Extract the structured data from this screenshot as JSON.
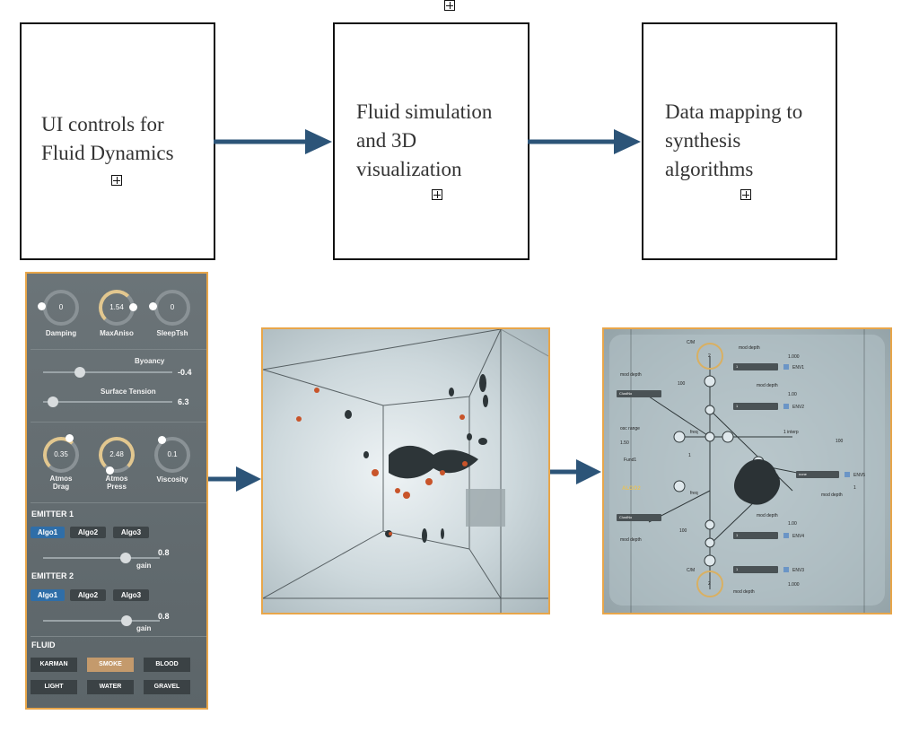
{
  "boxes": {
    "ui_controls": "UI  controls  for\nFluid Dynamics",
    "fluid_sim": "Fluid simulation\nand 3D\nvisualization",
    "data_mapping": "Data mapping to\nsynthesis\nalgorithms"
  },
  "control_panel": {
    "knobs_row1": [
      {
        "label": "Damping",
        "value": "0"
      },
      {
        "label": "MaxAniso",
        "value": "1.54"
      },
      {
        "label": "SleepTsh",
        "value": "0"
      }
    ],
    "sliders": [
      {
        "label": "Byoancy",
        "value": "-0.4"
      },
      {
        "label": "Surface Tension",
        "value": "6.3"
      }
    ],
    "knobs_row2": [
      {
        "label": "Atmos\nDrag",
        "value": "0.35"
      },
      {
        "label": "Atmos\nPress",
        "value": "2.48"
      },
      {
        "label": "Viscosity",
        "value": "0.1"
      }
    ],
    "emitter1": {
      "title": "EMITTER 1",
      "tabs": [
        "Algo1",
        "Algo2",
        "Algo3"
      ],
      "selected": "Algo1",
      "gain_value": "0.8",
      "gain_label": "gain"
    },
    "emitter2": {
      "title": "EMITTER 2",
      "tabs": [
        "Algo1",
        "Algo2",
        "Algo3"
      ],
      "selected": "Algo1",
      "gain_value": "0.8",
      "gain_label": "gain"
    },
    "fluid": {
      "title": "FLUID",
      "buttons": [
        "KARMAN",
        "SMOKE",
        "BLOOD",
        "LIGHT",
        "WATER",
        "GRAVEL"
      ],
      "selected": "SMOKE"
    }
  },
  "synth_panel": {
    "cm_top": "C/M",
    "cm_bottom": "C/M",
    "knob_top_value": "2",
    "knob_bottom_value": "2",
    "mod_depth": "mod depth",
    "val_1000": "1.000",
    "val_100": "1.00",
    "val_100b": "100",
    "val_1": "1",
    "clustno": "ClustNo",
    "osc_range": "osc range",
    "osc_val": "1.50",
    "fund1": "Fund1",
    "algo2": "ALGO2",
    "freq": "freq",
    "one_interp": "1 interp",
    "none": "none",
    "env1": "ENV1",
    "env2": "ENV2",
    "env3": "ENV3",
    "env4": "ENV4",
    "env5": "ENV5",
    "one": "1"
  },
  "colors": {
    "arrow": "#2c5478",
    "panel_border": "#e8a64a",
    "selected_tab": "#2f6ea8",
    "selected_fluid": "#c49a6c"
  }
}
